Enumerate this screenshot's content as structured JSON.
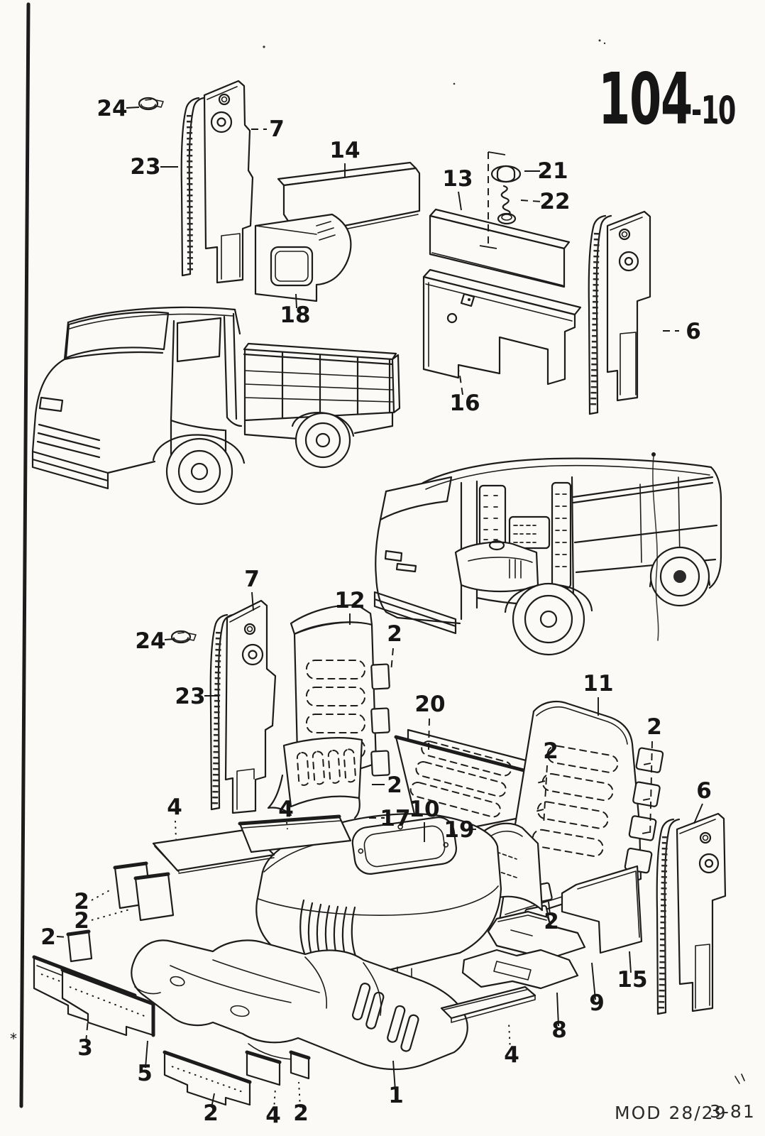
{
  "header": {
    "catalog_number_main": "104",
    "catalog_number_suffix": "-10"
  },
  "footer": {
    "model_code": "MOD 28/29",
    "date_code": "3-81"
  },
  "colors": {
    "ink": "#1c1c1c",
    "paper": "#fbfaf6"
  },
  "marks": {
    "asterisk": "*"
  },
  "callouts": {
    "c24_top": "24",
    "c7_top": "7",
    "c23_top": "23",
    "c14": "14",
    "c13": "13",
    "c21": "21",
    "c22": "22",
    "c18": "18",
    "c16": "16",
    "c6_top": "6",
    "c7_mid": "7",
    "c24_mid": "24",
    "c23_mid": "23",
    "c12": "12",
    "c2_seat_top": "2",
    "c2_seat_bottom": "2",
    "c20": "20",
    "c11": "11",
    "c2_mid_left": "2",
    "c2_mid_right": "2",
    "c17": "17",
    "c10": "10",
    "c19": "19",
    "c2_lower": "2",
    "c15": "15",
    "c9": "9",
    "c8": "8",
    "c4_mat_left": "4",
    "c4_mat_right": "4",
    "c4_mat_rear": "4",
    "c2_pad_a": "2",
    "c2_pad_b": "2",
    "c2_pad_c": "2",
    "c3": "3",
    "c5": "5",
    "c2_sill": "2",
    "c4_strip": "4",
    "c2_pad_d": "2",
    "c1": "1",
    "c6_bottom": "6"
  }
}
